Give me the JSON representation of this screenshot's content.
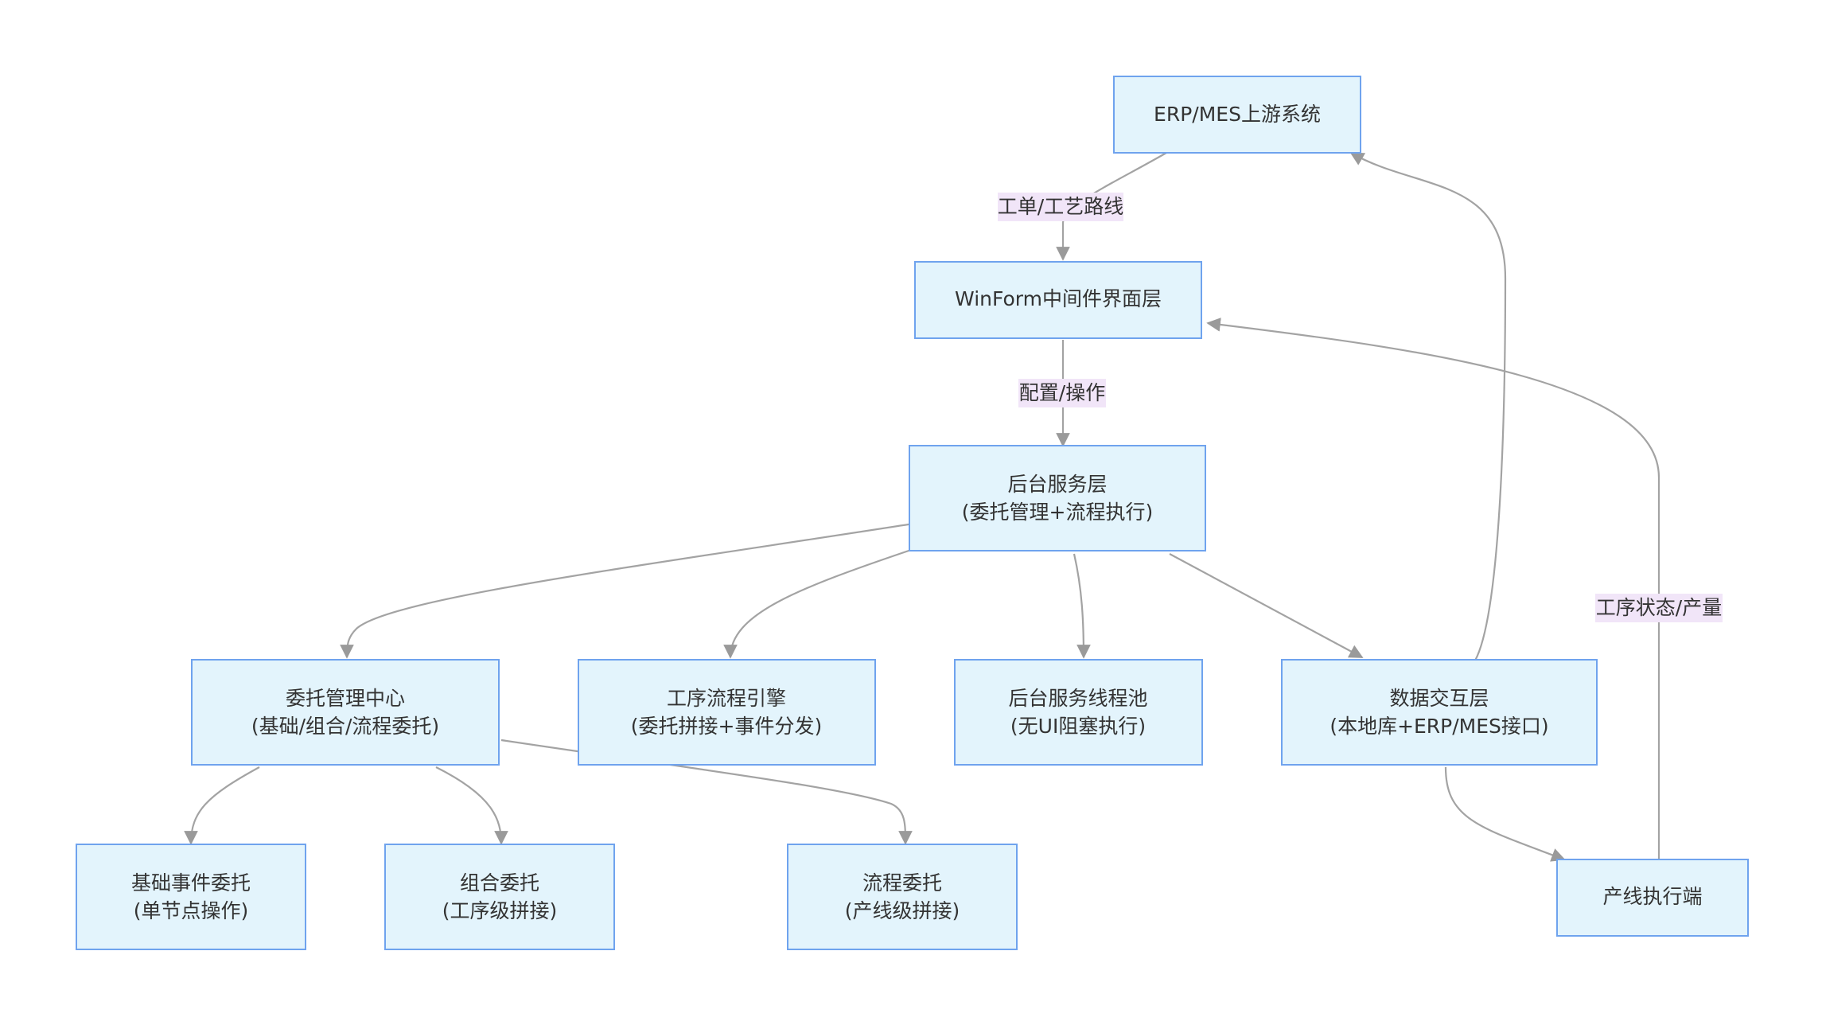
{
  "colors": {
    "node_fill": "#e3f4fc",
    "node_border": "#6fa3ee",
    "edge": "#a3a3a3",
    "label_bg": "#f1e5f8",
    "text": "#333333"
  },
  "nodes": {
    "erp": {
      "lines": [
        "ERP/MES上游系统"
      ]
    },
    "winform": {
      "lines": [
        "WinForm中间件界面层"
      ]
    },
    "backend": {
      "lines": [
        "后台服务层",
        "(委托管理+流程执行)"
      ]
    },
    "delegate_center": {
      "lines": [
        "委托管理中心",
        "(基础/组合/流程委托)"
      ]
    },
    "process_engine": {
      "lines": [
        "工序流程引擎",
        "(委托拼接+事件分发)"
      ]
    },
    "thread_pool": {
      "lines": [
        "后台服务线程池",
        "(无UI阻塞执行)"
      ]
    },
    "data_layer": {
      "lines": [
        "数据交互层",
        "(本地库+ERP/MES接口)"
      ]
    },
    "basic_delegate": {
      "lines": [
        "基础事件委托",
        "(单节点操作)"
      ]
    },
    "combo_delegate": {
      "lines": [
        "组合委托",
        "(工序级拼接)"
      ]
    },
    "flow_delegate": {
      "lines": [
        "流程委托",
        "(产线级拼接)"
      ]
    },
    "line_exec": {
      "lines": [
        "产线执行端"
      ]
    }
  },
  "edge_labels": {
    "erp_to_winform": "工单/工艺路线",
    "winform_to_backend": "配置/操作",
    "line_to_winform": "工序状态/产量"
  }
}
